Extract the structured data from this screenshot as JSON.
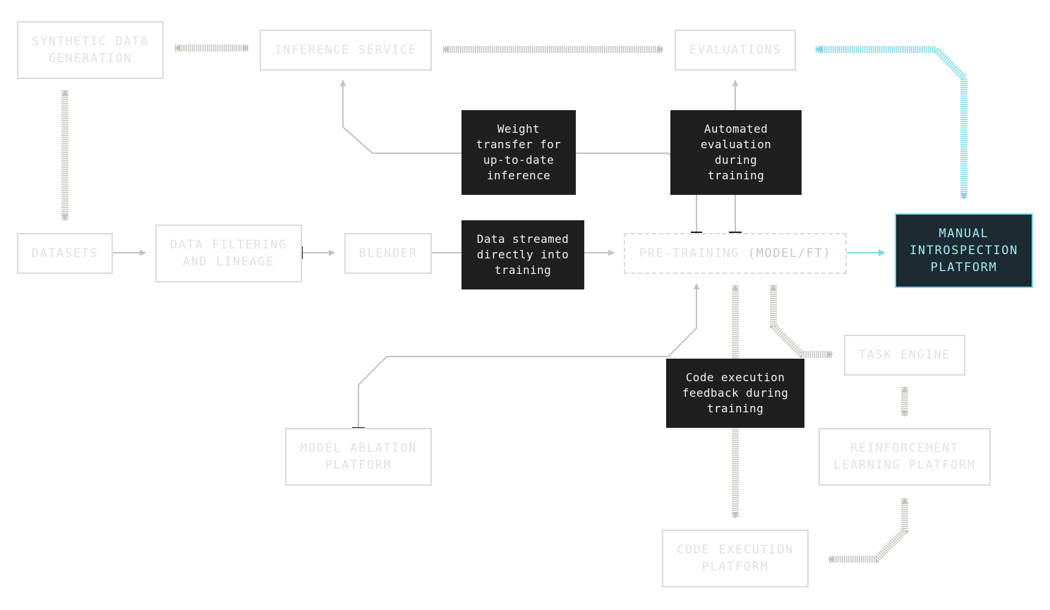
{
  "nodes": {
    "synthetic_data": "SYNTHETIC DATA\nGENERATION",
    "inference_service": "INFERENCE SERVICE",
    "evaluations": "EVALUATIONS",
    "datasets": "DATASETS",
    "data_filtering": "DATA FILTERING\nAND LINEAGE",
    "blender": "BLENDER",
    "pretraining_main": "PRE-TRAINING ",
    "pretraining_sub": "(MODEL/FT)",
    "manual_introspection": "MANUAL\nINTROSPECTION\nPLATFORM",
    "task_engine": "TASK ENGINE",
    "reinforcement_learning": "REINFORCEMENT\nLEARNING PLATFORM",
    "model_ablation": "MODEL ABLATION\nPLATFORM",
    "code_execution": "CODE EXECUTION\nPLATFORM"
  },
  "notes": {
    "weight_transfer": "Weight\ntransfer for\nup-to-date\ninference",
    "automated_eval": "Automated\nevaluation\nduring\ntraining",
    "data_streamed": "Data streamed\ndirectly into\ntraining",
    "code_feedback": "Code execution\nfeedback during\ntraining"
  },
  "colors": {
    "node_border": "#dcdbd7",
    "node_text": "#e2e1dd",
    "connector": "#c4c3bf",
    "highlight": "#7fd8e7",
    "highlight_fill": "#1c2b31",
    "note_fill": "#1f1f1f",
    "note_text": "#f2f2f2"
  }
}
